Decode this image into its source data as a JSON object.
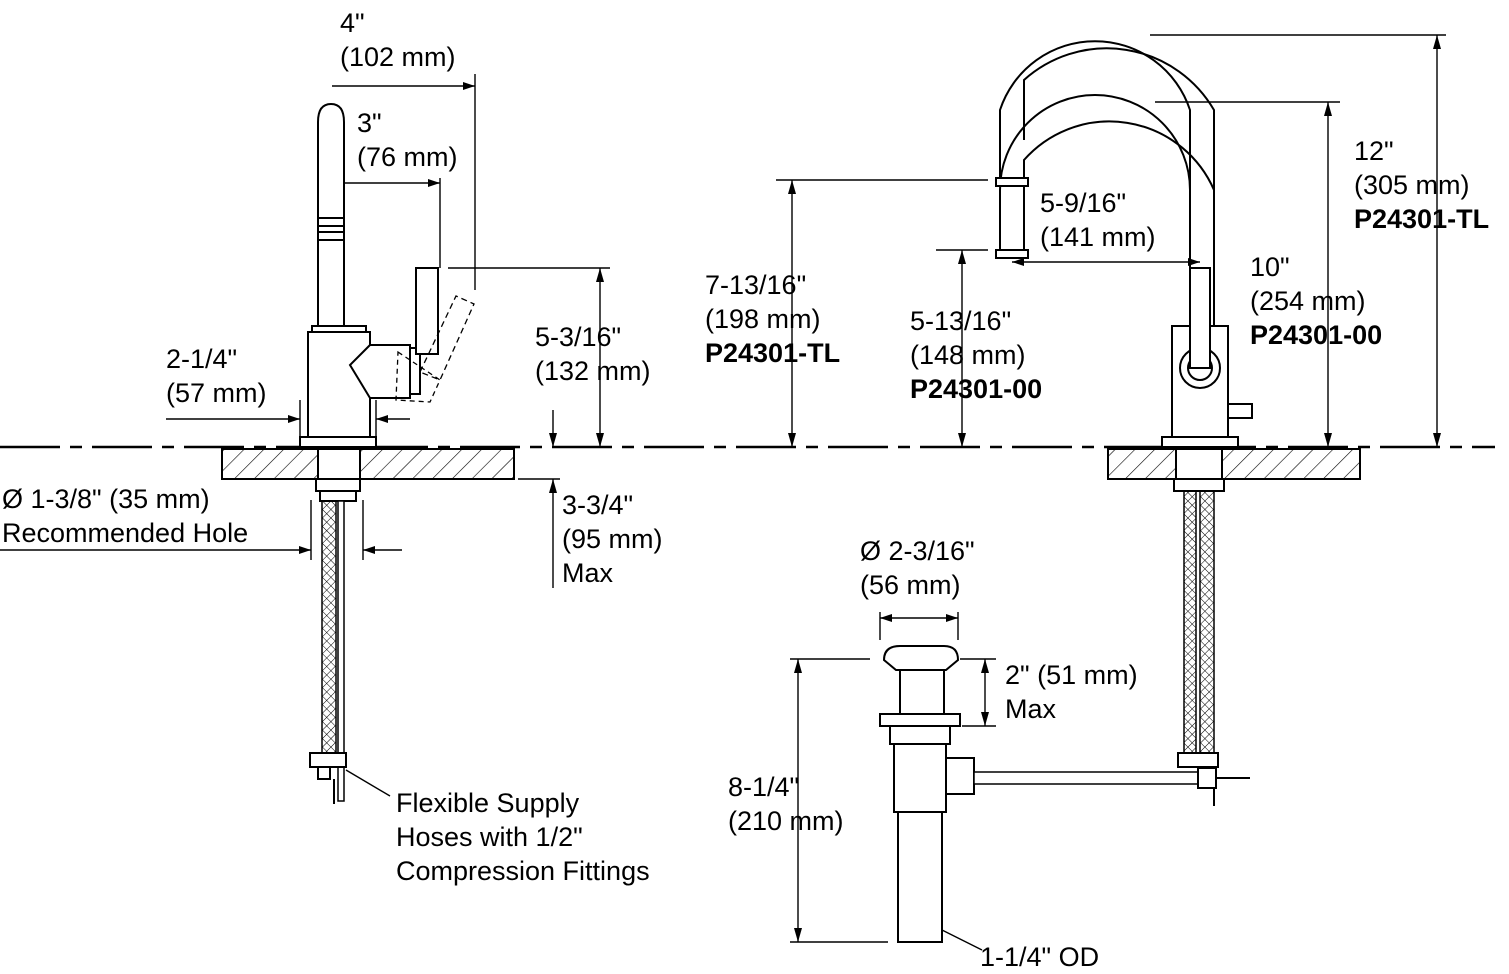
{
  "labels": {
    "side_height_in": "4\"",
    "side_height_mm": "(102 mm)",
    "spout_reach_in": "3\"",
    "spout_reach_mm": "(76 mm)",
    "handle_height_in": "5-3/16\"",
    "handle_height_mm": "(132 mm)",
    "base_width_in": "2-1/4\"",
    "base_width_mm": "(57 mm)",
    "hole_dia": "Ø 1-3/8\" (35 mm)",
    "hole_note": "Recommended Hole",
    "deck_in": "3-3/4\"",
    "deck_mm": "(95 mm)",
    "deck_max": "Max",
    "hoses_line1": "Flexible Supply",
    "hoses_line2": "Hoses with 1/2\"",
    "hoses_line3": "Compression Fittings",
    "tl_spout_in": "7-13/16\"",
    "tl_spout_mm": "(198 mm)",
    "tl_spout_model": "P24301-TL",
    "std_spout_in": "5-13/16\"",
    "std_spout_mm": "(148 mm)",
    "std_spout_model": "P24301-00",
    "reach_in": "5-9/16\"",
    "reach_mm": "(141 mm)",
    "tl_total_in": "12\"",
    "tl_total_mm": "(305 mm)",
    "tl_total_model": "P24301-TL",
    "std_total_in": "10\"",
    "std_total_mm": "(254 mm)",
    "std_total_model": "P24301-00",
    "drain_dia_in": "Ø 2-3/16\"",
    "drain_dia_mm": "(56 mm)",
    "drain_max_in": "2\" (51 mm)",
    "drain_max_note": "Max",
    "drain_len_in": "8-1/4\"",
    "drain_len_mm": "(210 mm)",
    "tail_od": "1-1/4\" OD"
  }
}
